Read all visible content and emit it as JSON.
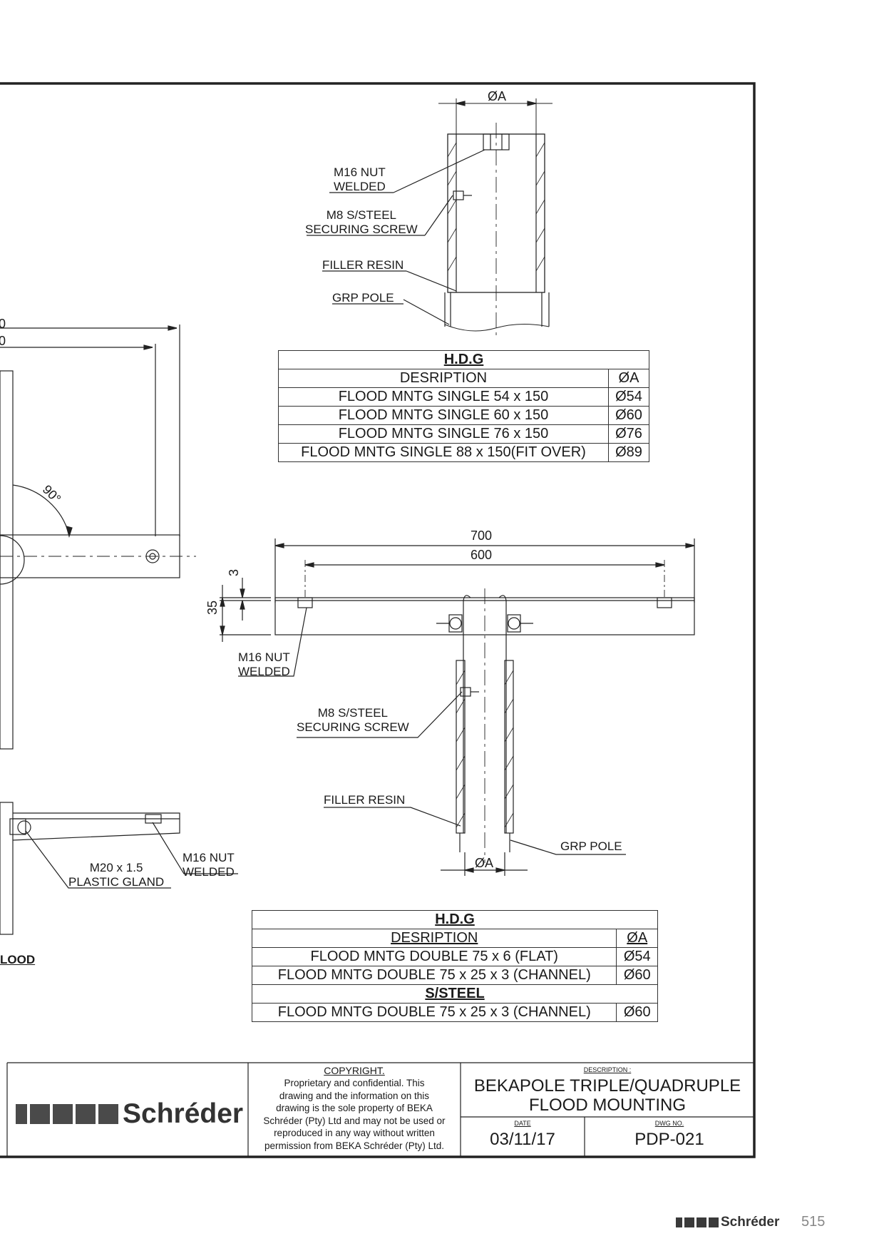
{
  "top_detail": {
    "dim_label": "ØA",
    "labels": {
      "nut": "M16 NUT\nWELDED",
      "screw": "M8 S/STEEL\nSECURING SCREW",
      "resin": "FILLER RESIN",
      "pole": "GRP POLE"
    }
  },
  "table1": {
    "heading": "H.D.G",
    "col_desc": "DESRIPTION",
    "col_a": "ØA",
    "rows": [
      {
        "desc": "FLOOD MNTG SINGLE 54 x 150",
        "a": "Ø54"
      },
      {
        "desc": "FLOOD MNTG SINGLE 60 x 150",
        "a": "Ø60"
      },
      {
        "desc": "FLOOD MNTG SINGLE 76 x 150",
        "a": "Ø76"
      },
      {
        "desc": "FLOOD MNTG SINGLE 88 x 150(FIT OVER)",
        "a": "Ø89"
      }
    ]
  },
  "left_detail": {
    "angle": "90°",
    "dim_top_1": "0",
    "dim_top_2": "0",
    "gland": "M20 x 1.5\nPLASTIC GLAND",
    "nut": "M16 NUT\nWELDED",
    "caption_fragment": "LOOD"
  },
  "tee_detail": {
    "dim_700": "700",
    "dim_600": "600",
    "dim_3": "3",
    "dim_35": "35",
    "dim_a": "ØA",
    "labels": {
      "nut": "M16 NUT\nWELDED",
      "screw": "M8 S/STEEL\nSECURING SCREW",
      "resin": "FILLER RESIN",
      "pole": "GRP POLE"
    }
  },
  "table2": {
    "heading": "H.D.G",
    "col_desc": "DESRIPTION",
    "col_a": "ØA",
    "rows": [
      {
        "desc": "FLOOD MNTG DOUBLE 75 x 6 (FLAT)",
        "a": "Ø54"
      },
      {
        "desc": "FLOOD MNTG DOUBLE 75 x 25 x 3 (CHANNEL)",
        "a": "Ø60"
      }
    ],
    "heading2": "S/STEEL",
    "rows2": [
      {
        "desc": "FLOOD MNTG DOUBLE 75 x 25 x 3 (CHANNEL)",
        "a": "Ø60"
      }
    ]
  },
  "title_block": {
    "brand": "Schréder",
    "copyright_title": "COPYRIGHT.",
    "copyright_lines": [
      "Proprietary and confidential. This",
      "drawing and the information on this",
      "drawing is the sole property of BEKA",
      "Schréder (Pty) Ltd and may not be used or",
      "reproduced in any way without written",
      "permission from BEKA Schréder (Pty) Ltd."
    ],
    "description_label": "DESCRIPTION :",
    "description_1": "BEKAPOLE TRIPLE/QUADRUPLE",
    "description_2": "FLOOD MOUNTING",
    "date_label": "DATE",
    "date": "03/11/17",
    "dwg_label": "DWG NO.",
    "dwg": "PDP-021"
  },
  "footer": {
    "brand": "Schréder",
    "page": "515"
  }
}
